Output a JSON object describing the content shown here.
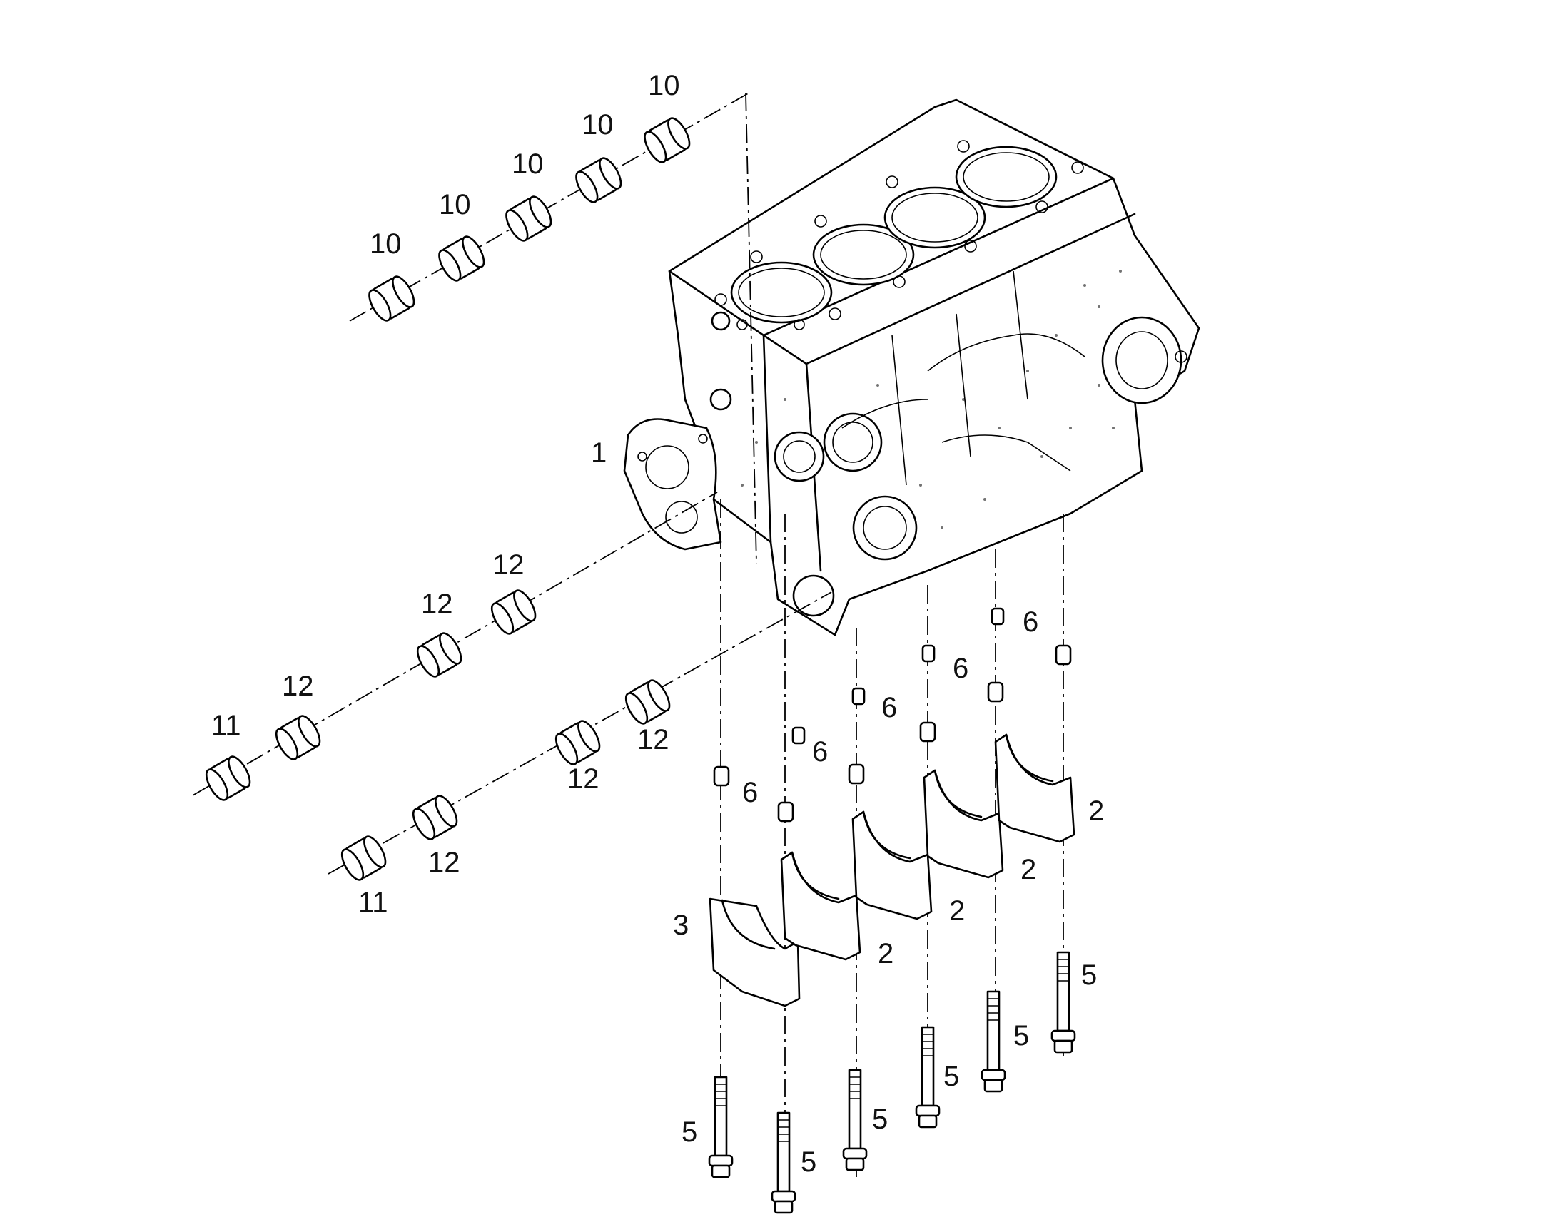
{
  "diagram": {
    "callouts": {
      "block": "1",
      "cap_main": "2",
      "cap_rear": "3",
      "bolt": "5",
      "dowel": "6",
      "bush_top": "10",
      "bush_end": "11",
      "bush_lower": "12"
    }
  }
}
